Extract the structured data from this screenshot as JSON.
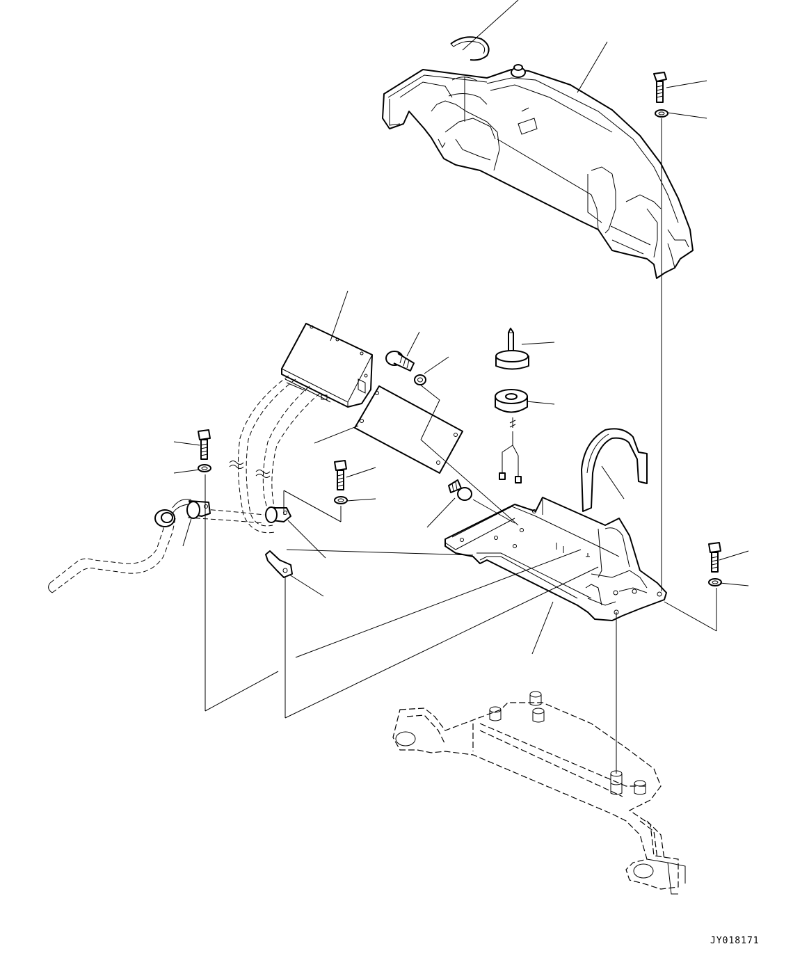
{
  "drawing": {
    "id_code": "JY018171"
  },
  "colors": {
    "line": "#000000",
    "background": "#ffffff"
  },
  "parts": [
    {
      "name": "snap-ring",
      "icon": "ring-icon"
    },
    {
      "name": "console-cover",
      "icon": "cover-icon"
    },
    {
      "name": "bolt",
      "icon": "bolt-icon"
    },
    {
      "name": "washer",
      "icon": "washer-icon"
    },
    {
      "name": "controller-box",
      "icon": "box-icon"
    },
    {
      "name": "mounting-plate",
      "icon": "plate-icon"
    },
    {
      "name": "stud-mount",
      "icon": "stud-icon"
    },
    {
      "name": "rubber-cushion",
      "icon": "cushion-icon"
    },
    {
      "name": "wire-harness",
      "icon": "harness-icon"
    },
    {
      "name": "hose-clamp",
      "icon": "clamp-icon"
    },
    {
      "name": "grommet",
      "icon": "grommet-icon"
    },
    {
      "name": "bracket",
      "icon": "bracket-icon"
    },
    {
      "name": "guard-loop",
      "icon": "loop-icon"
    },
    {
      "name": "base-frame",
      "icon": "frame-icon"
    }
  ]
}
